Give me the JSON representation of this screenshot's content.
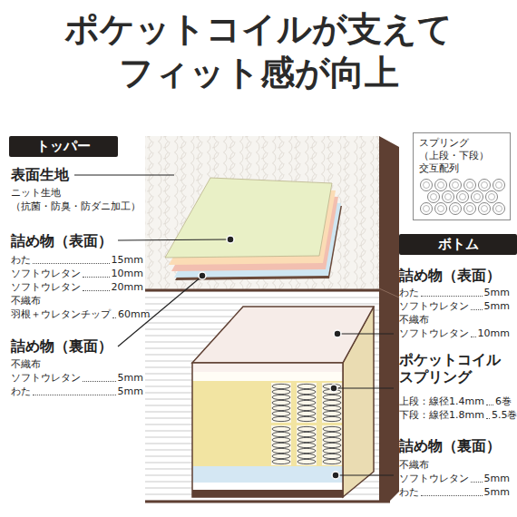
{
  "diagram": {
    "title": "ポケットコイルが支えて フィット感が向上",
    "nodes": [
      {
        "text": [
          "トッパー"
        ]
      },
      {
        "text": [
          "スプリング （上段・下段）",
          "交互配列"
        ]
      },
      {
        "text": [
          "ボトム"
        ]
      }
    ],
    "labels": [
      "表面生地",
      "ニット生地",
      "（抗菌・防臭・防ダニ加工）",
      "詰め物（表面）",
      "わた",
      "15mm",
      "ソフトウレタン",
      "10mm",
      "ソフトウレタン",
      "20mm",
      "不織布",
      "羽根＋ウレタンチップ",
      "60mm",
      "詰め物（裏面）",
      "不織布",
      "ソフトウレタン",
      "5mm",
      "わた",
      "5mm",
      "詰め物（表面）",
      "わた",
      "5mm",
      "ソフトウレタン",
      "5mm",
      "不織布",
      "ソフトウレタン",
      "10mm",
      "ポケットコイル スプリング",
      "上段：線径1.4mm",
      "6巻",
      "下段：線径1.8mm",
      "5.5巻",
      "詰め物（裏面）",
      "不織布",
      "ソフトウレタン",
      "5mm",
      "わた",
      "5mm"
    ]
  }
}
